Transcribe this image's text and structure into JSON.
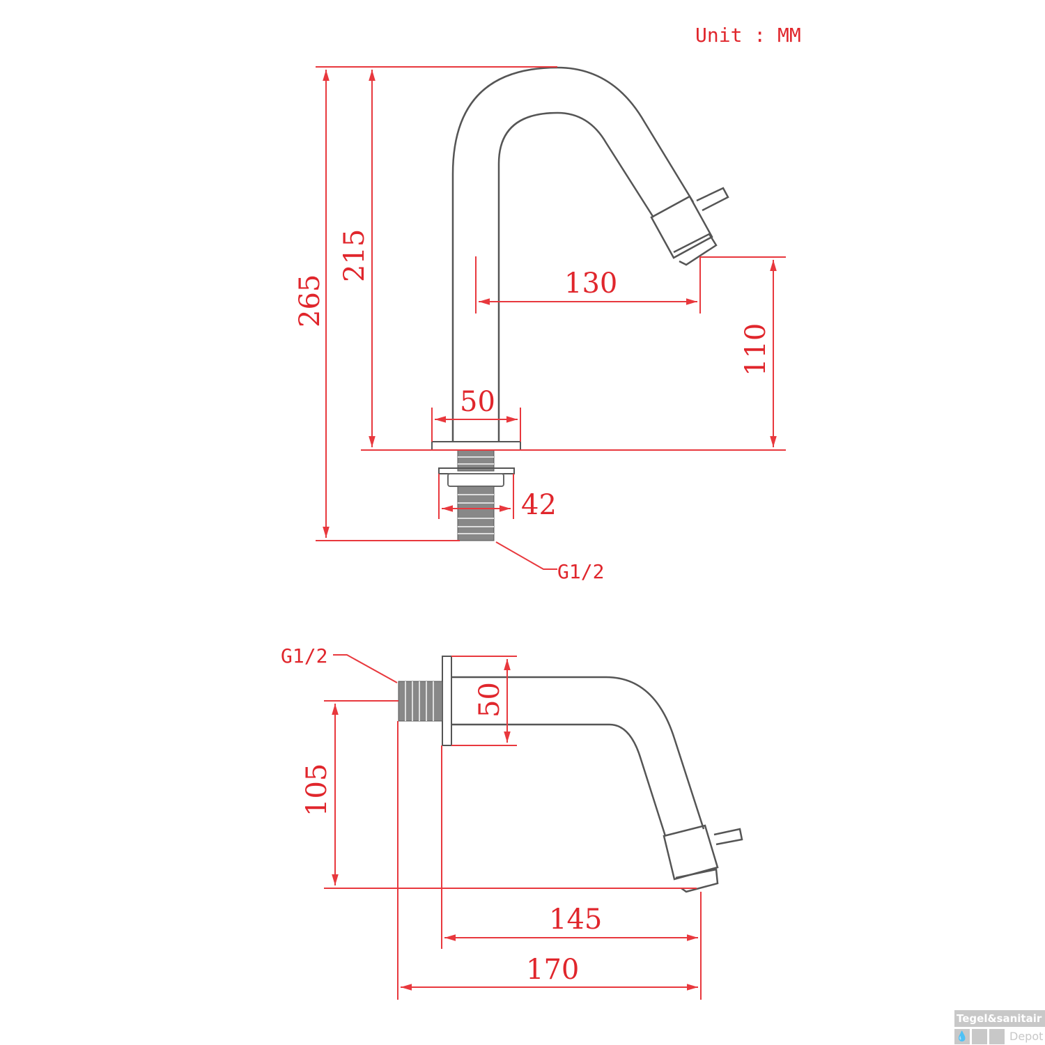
{
  "unit_label": "Unit : MM",
  "side_view": {
    "total_height": "265",
    "spout_height": "215",
    "reach": "130",
    "outlet_height": "110",
    "base_diameter": "50",
    "nut_diameter": "42",
    "thread": "G1/2"
  },
  "top_view": {
    "thread": "G1/2",
    "flange_diameter": "50",
    "offset": "105",
    "reach_from_flange": "145",
    "total_length": "170"
  },
  "logo": {
    "line1": "Tegel&sanitair",
    "line2": "Depot"
  },
  "colors": {
    "dimension": "#e8383d",
    "part": "#555555"
  }
}
